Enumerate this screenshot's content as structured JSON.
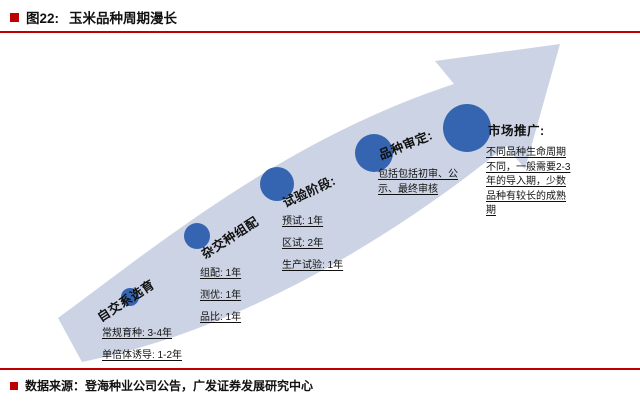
{
  "header": {
    "figure_label": "图22:",
    "title": "玉米品种周期漫长"
  },
  "colors": {
    "accent_red": "#c00000",
    "arrow_fill": "#ccd3e4",
    "circle_blue": "#3565b1"
  },
  "stages": [
    {
      "label": "自交系选育",
      "details": [
        "常规育种: 3-4年",
        "单倍体诱导: 1-2年"
      ]
    },
    {
      "label": "杂交种组配",
      "details": [
        "组配: 1年",
        "测优: 1年",
        "品比: 1年"
      ]
    },
    {
      "label": "试验阶段:",
      "details": [
        "预试: 1年",
        "区试: 2年",
        "生产试验: 1年"
      ]
    },
    {
      "label": "品种审定:",
      "details": [
        "包括包括初审、公示、最终审核"
      ]
    },
    {
      "label": "市场推广:",
      "details": [
        "不同品种生命周期不同，一般需要2-3年的导入期，少数品种有较长的成熟期"
      ]
    }
  ],
  "footer": {
    "source": "数据来源：登海种业公司公告，广发证券发展研究中心"
  }
}
